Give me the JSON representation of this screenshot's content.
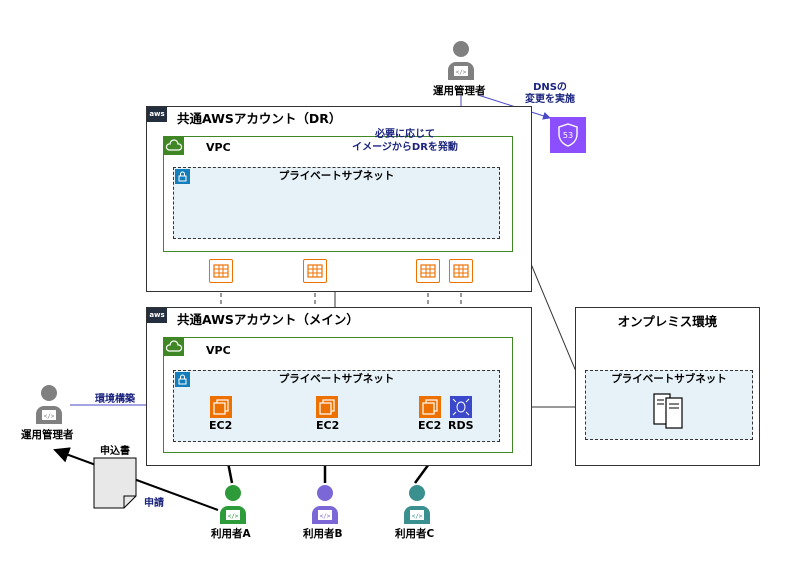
{
  "accounts": {
    "dr": {
      "title": "共通AWSアカウント（DR）",
      "badge": "aws"
    },
    "main": {
      "title": "共通AWSアカウント（メイン）",
      "badge": "aws"
    }
  },
  "vpc": {
    "label": "VPC"
  },
  "subnet": {
    "label": "プライベートサブネット"
  },
  "onprem": {
    "title": "オンプレミス環境",
    "subnet_label": "プライベートサブネット"
  },
  "annotations": {
    "dr_launch": "必要に応じて\nイメージからDRを発動",
    "dns": "DNSの\n変更を実施",
    "env_build": "環境構築",
    "application_form": "申込書",
    "apply": "申請"
  },
  "resources": {
    "ec2_a": "EC2",
    "ec2_b": "EC2",
    "ec2_c": "EC2",
    "rds": "RDS",
    "route53": "53"
  },
  "people": {
    "admin_top": "運用管理者",
    "admin_left": "運用管理者",
    "user_a": "利用者A",
    "user_b": "利用者B",
    "user_c": "利用者C"
  },
  "colors": {
    "admin": "#808080",
    "user_a": "#2e9b3a",
    "user_b": "#7b68d6",
    "user_c": "#3a8f8f",
    "ec2": "#ed7100",
    "rds": "#3b48cc",
    "vpc": "#3f8624",
    "arrow_dr": "#4a4ac8"
  }
}
